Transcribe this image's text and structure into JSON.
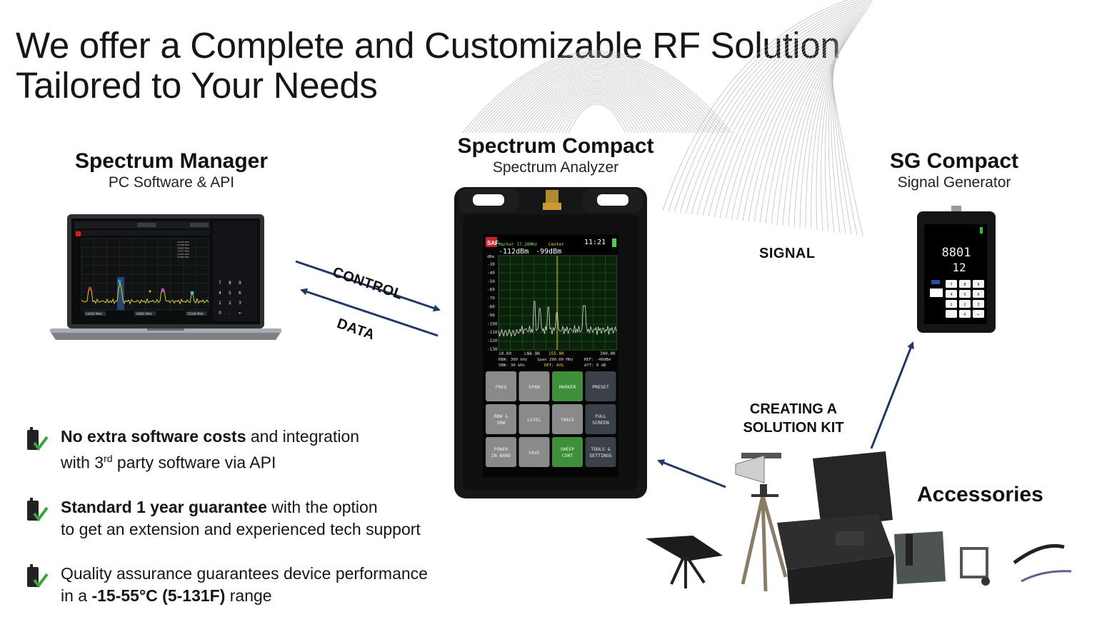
{
  "title": {
    "line1": "We offer a Complete and Customizable RF Solution",
    "line2": "Tailored to Your Needs"
  },
  "products": {
    "manager": {
      "name": "Spectrum Manager",
      "subtitle": "PC Software & API"
    },
    "compact": {
      "name": "Spectrum Compact",
      "subtitle": "Spectrum Analyzer"
    },
    "sg": {
      "name": "SG Compact",
      "subtitle": "Signal Generator"
    }
  },
  "flow": {
    "control": "CONTROL",
    "data": "DATA",
    "signal": "SIGNAL",
    "kit_line1": "CREATING A",
    "kit_line2": "SOLUTION KIT",
    "accessories": "Accessories"
  },
  "features": [
    {
      "bold": "No extra software costs",
      "text1": " and integration",
      "text2a": "with 3",
      "sup": "rd",
      "text2b": " party software via API"
    },
    {
      "bold": "Standard 1 year guarantee",
      "text1": " with the option",
      "text2": "to get an extension and experienced  tech support"
    },
    {
      "text1": "Quality assurance guarantees  device performance",
      "text2a": "in a ",
      "bold2": "-15-55°C (5-131F)",
      "text2b": " range"
    }
  ],
  "analyzer_screen": {
    "logo": "SAF",
    "marker": "Marker 17.26MHz",
    "center": "Center",
    "marker_level": "-112dBm",
    "center_level": "-99dBm",
    "time": "11:21",
    "unit": "dBm",
    "y_ticks": [
      "-30",
      "-40",
      "-50",
      "-60",
      "-70",
      "-80",
      "-90",
      "-100",
      "-110",
      "-120",
      "-130"
    ],
    "f_start": "10.00",
    "lna": "LNA ON",
    "f_center": "155.00",
    "f_stop": "300.00",
    "rbw": "RBW: 300 kHz",
    "span": "Span 290.00 MHz",
    "ref": "REF: -40dBm",
    "vbw": "VBW: 30 kHz",
    "det": "DET: AVG",
    "att": "ATT:  0 dB",
    "buttons": [
      {
        "l1": "FREQ",
        "l2": "",
        "color": "gray"
      },
      {
        "l1": "SPAN",
        "l2": "",
        "color": "gray"
      },
      {
        "l1": "MARKER",
        "l2": "",
        "color": "green"
      },
      {
        "l1": "PRESET",
        "l2": "",
        "color": "dark"
      },
      {
        "l1": "RBW &",
        "l2": "VBW",
        "color": "gray"
      },
      {
        "l1": "LEVEL",
        "l2": "",
        "color": "gray"
      },
      {
        "l1": "TRACE",
        "l2": "",
        "color": "gray"
      },
      {
        "l1": "FULL",
        "l2": "SCREEN",
        "color": "dark"
      },
      {
        "l1": "POWER",
        "l2": "IN BAND",
        "color": "gray"
      },
      {
        "l1": "SAVE",
        "l2": "",
        "color": "gray"
      },
      {
        "l1": "SWEEP",
        "l2": "CONT",
        "color": "green"
      },
      {
        "l1": "TOOLS &",
        "l2": "SETTINGS",
        "color": "dark"
      }
    ]
  },
  "sg_screen": {
    "line1": "8801",
    "line2": "12",
    "keys": [
      "7",
      "8",
      "9",
      "4",
      "5",
      "6",
      "1",
      "2",
      "3",
      "",
      "0",
      "←"
    ]
  },
  "laptop_screen": {
    "keypad": [
      "7",
      "8",
      "9",
      "4",
      "5",
      "6",
      "1",
      "2",
      "3",
      "0",
      ".",
      "←"
    ],
    "f_left": "14454 MHz",
    "f_mid": "14891 MHz",
    "f_right": "15328 MHz",
    "marker_freqs": [
      "14724 MHz",
      "14768 MHz",
      "14833 MHz",
      "15017 MHz",
      "15072 MHz",
      "15082 MHz"
    ]
  },
  "colors": {
    "arrow": "#1f3864",
    "check": "#3aa63a",
    "green_btn": "#3f8f3a",
    "gray_btn": "#8a8a8a",
    "dark_btn": "#3c4048",
    "trace": "#d7d7d7",
    "laptop_trace": "#f2e21a"
  },
  "icons": [
    "check-device-icon",
    "control-arrow-icon",
    "data-arrow-icon",
    "signal-arrow-icon",
    "kit-arrow-icon",
    "signal-wave-icon"
  ]
}
